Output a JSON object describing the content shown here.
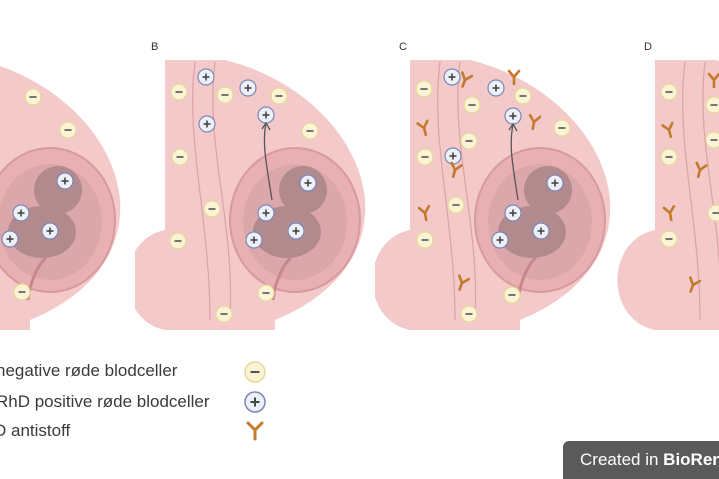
{
  "panels": [
    {
      "label": ""
    },
    {
      "label": "B"
    },
    {
      "label": "C"
    },
    {
      "label": "D"
    }
  ],
  "legend": {
    "negative": "negative røde blodceller",
    "positive": "RhD positive røde blodceller",
    "antibody": "D antistoff"
  },
  "badge": {
    "prefix": "Created in ",
    "brand": "BioRender"
  },
  "colors": {
    "skin": "#f4c9c9",
    "uterus": "#e9b0b3",
    "fetus": "#b08a8d",
    "cell_negative": "#fbf4d4",
    "cell_positive": "#eef0f8",
    "antibody": "#c47a2c"
  }
}
